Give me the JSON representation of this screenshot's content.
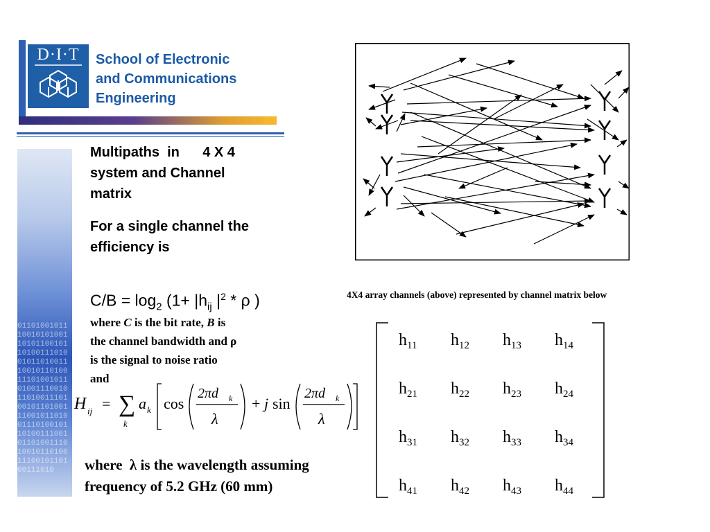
{
  "header": {
    "logo_text": "D·I·T",
    "school_line1": "School of Electronic",
    "school_line2": "and Communications",
    "school_line3": "Engineering"
  },
  "content": {
    "heading_line1": "Multipaths  in      4 X 4",
    "heading_line2": "system and Channel",
    "heading_line3": "matrix",
    "single_line1": "For a single channel the",
    "single_line2": "efficiency is",
    "formula": {
      "lhs": "C/B = log",
      "sub2": "2",
      "mid": " (1+ |h",
      "sub_ij": "ij",
      "bar": " |",
      "sup2": "2",
      "tail": " * ρ )"
    },
    "where1": {
      "w": "where ",
      "C": "C",
      "a": " is the bit rate, ",
      "B": "B",
      "b": " is",
      "line2": "the channel bandwidth and ρ",
      "line3": "is the signal to noise ratio",
      "line4": "and"
    },
    "hij_equation": {
      "H": "H",
      "ij": "ij",
      "eq": "=",
      "sum": "∑",
      "k": "k",
      "a": "a",
      "cos": "cos",
      "plus": "+",
      "j": "j",
      "sin": "sin",
      "num": "2πd",
      "lambda": "λ"
    },
    "where2_line1": "where  λ is the wavelength assuming",
    "where2_line2": "frequency of 5.2 GHz (60 mm)"
  },
  "diagram": {
    "caption": "4X4 array channels (above) represented by channel matrix below"
  },
  "matrix": {
    "h": "h",
    "rows": [
      [
        "11",
        "12",
        "13",
        "14"
      ],
      [
        "21",
        "22",
        "23",
        "24"
      ],
      [
        "31",
        "32",
        "33",
        "34"
      ],
      [
        "41",
        "42",
        "43",
        "44"
      ]
    ]
  }
}
